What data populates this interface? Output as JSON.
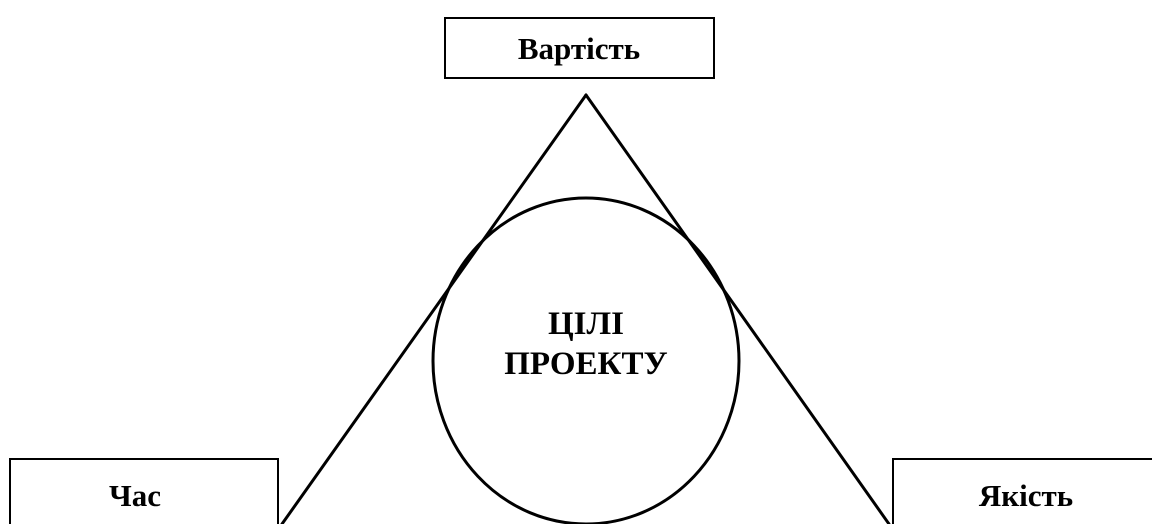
{
  "diagram": {
    "top_box": {
      "label": "Вартість"
    },
    "left_box": {
      "label": "Час"
    },
    "right_box": {
      "label": "Якість"
    },
    "center": {
      "line1": "ЦІЛІ",
      "line2": "ПРОЕКТУ"
    }
  },
  "colors": {
    "stroke": "#000000",
    "background": "#ffffff",
    "text": "#000000"
  }
}
